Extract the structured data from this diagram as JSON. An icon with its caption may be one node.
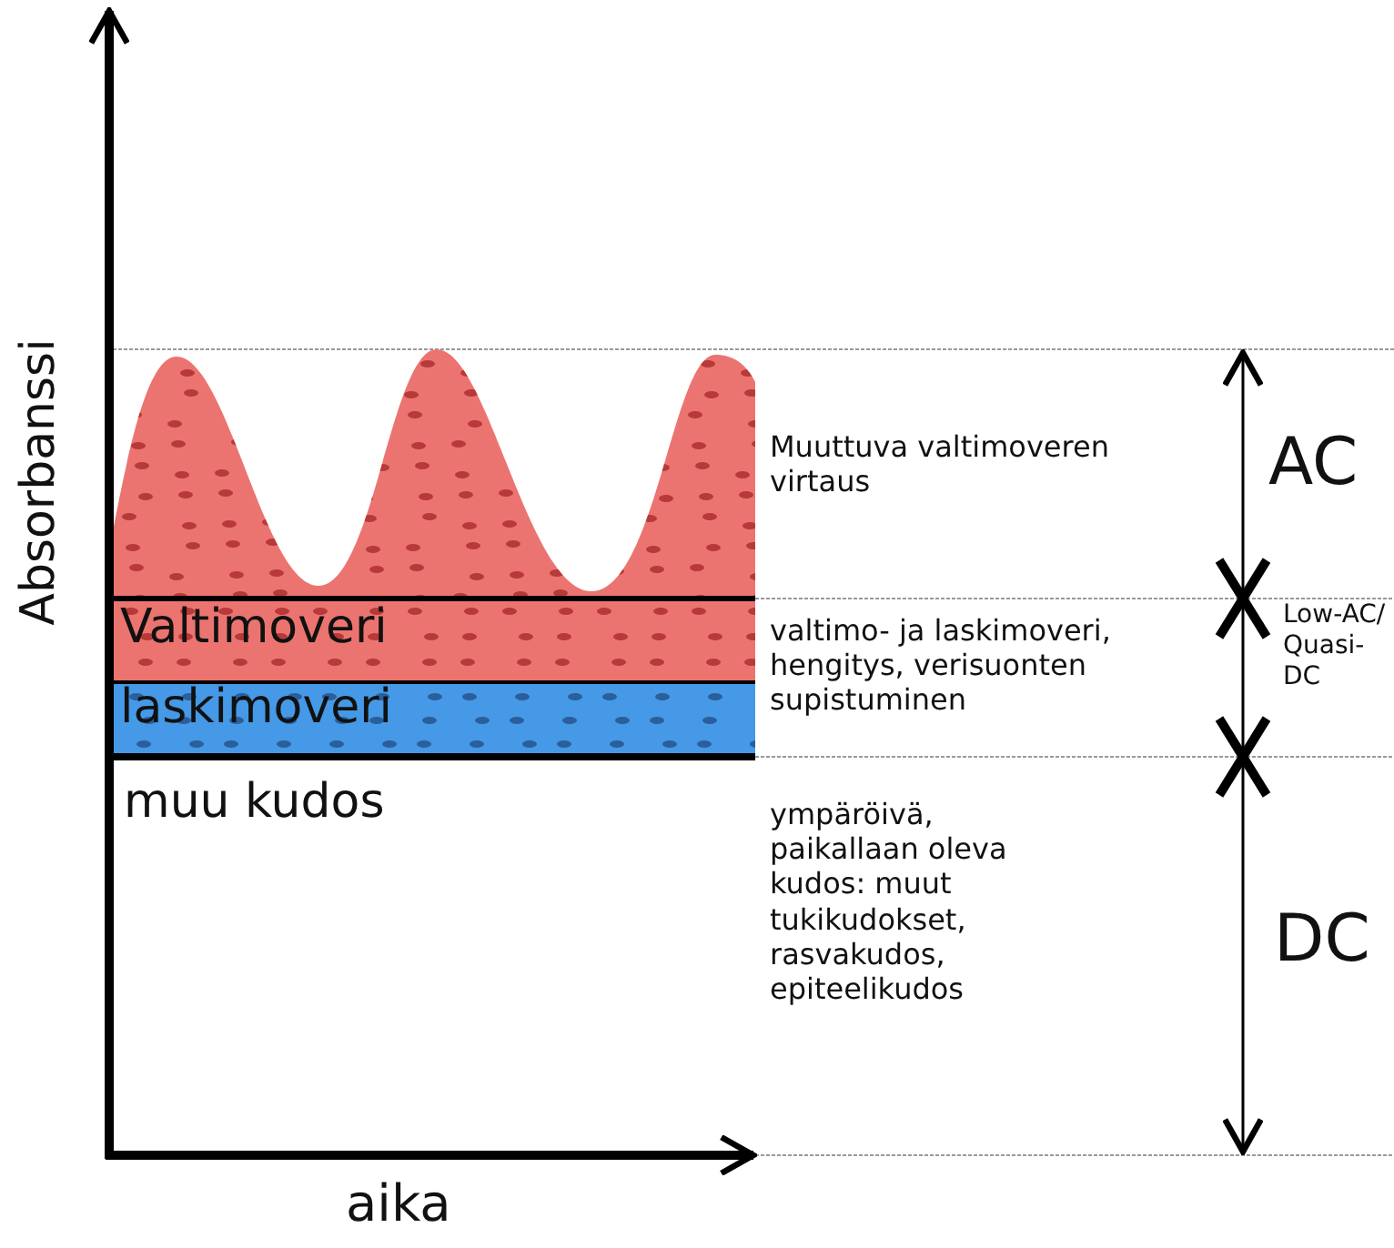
{
  "diagram": {
    "labels": [
      "Absorbanssi",
      "Muuttuva valtimoveren virtaus",
      "AC",
      "Valtimoveri",
      "valtimo- ja laskimoveri, hengitys, verisuonten supistuminen",
      "Low-AC/ Quasi-DC",
      "laskimoveri",
      "muu kudos",
      "ympäröivä, paikallaan oleva kudos: muut tukikudokset, rasvakudos, epiteelikudos",
      "DC",
      "aika"
    ]
  }
}
